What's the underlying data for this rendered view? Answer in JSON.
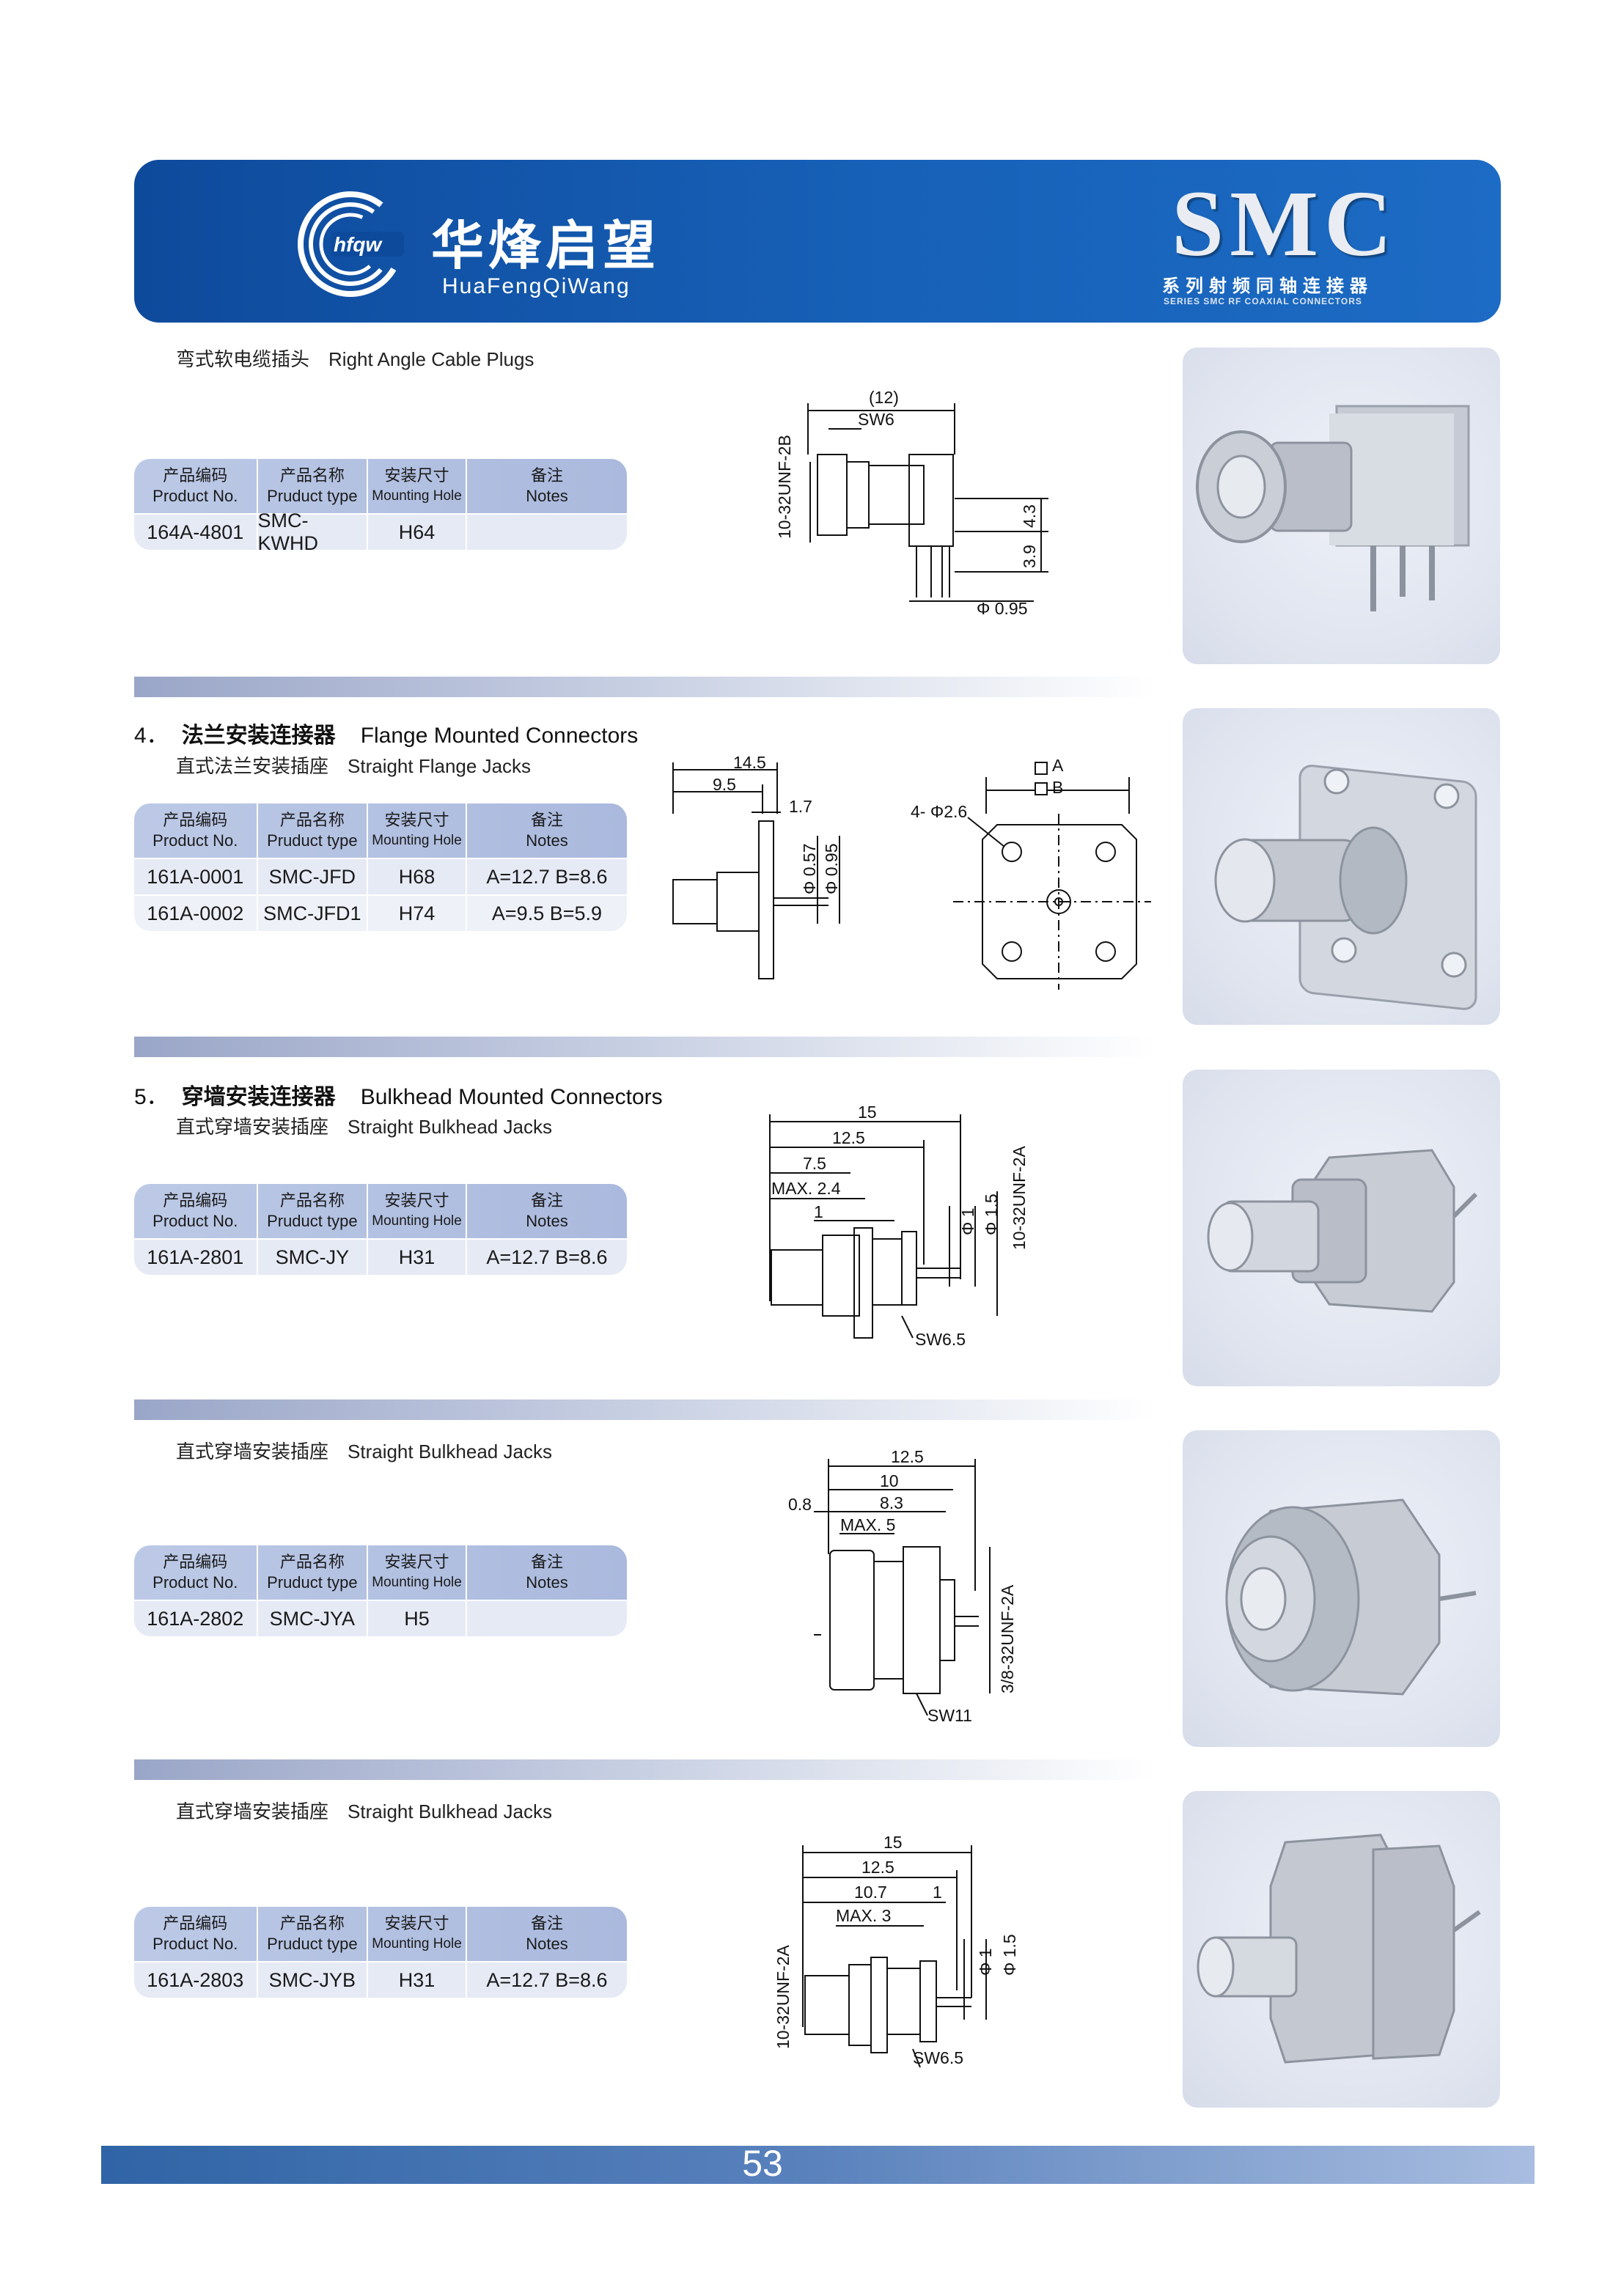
{
  "header": {
    "brand_cn": "华烽启望",
    "brand_en": "HuaFengQiWang",
    "logo_text": "hfqw",
    "series_title": "SMC",
    "series_cn": "系列射频同轴连接器",
    "series_en": "SERIES SMC RF COAXIAL CONNECTORS"
  },
  "table_headers": {
    "product_no_cn": "产品编码",
    "product_no_en": "Product No.",
    "product_type_cn": "产品名称",
    "product_type_en": "Pruduct type",
    "mounting_cn": "安装尺寸",
    "mounting_en": "Mounting Hole",
    "notes_cn": "备注",
    "notes_en": "Notes"
  },
  "sections": [
    {
      "sub_cn": "弯式软电缆插头",
      "sub_en": "Right Angle Cable Plugs",
      "rows": [
        [
          "164A-4801",
          "SMC-KWHD",
          "H64",
          ""
        ]
      ],
      "dims": [
        "(12)",
        "SW6",
        "10-32UNF-2B",
        "4.3",
        "3.9",
        "Φ 0.95"
      ]
    },
    {
      "num": "4．",
      "head_cn": "法兰安装连接器",
      "head_en": "Flange Mounted Connectors",
      "sub_cn": "直式法兰安装插座",
      "sub_en": "Straight Flange Jacks",
      "rows": [
        [
          "161A-0001",
          "SMC-JFD",
          "H68",
          "A=12.7 B=8.6"
        ],
        [
          "161A-0002",
          "SMC-JFD1",
          "H74",
          "A=9.5 B=5.9"
        ]
      ],
      "dims": [
        "14.5",
        "9.5",
        "1.7",
        "Φ 0.57",
        "Φ 0.95",
        "A",
        "B",
        "4- Φ2.6"
      ]
    },
    {
      "num": "5．",
      "head_cn": "穿墙安装连接器",
      "head_en": "Bulkhead Mounted Connectors",
      "sub_cn": "直式穿墙安装插座",
      "sub_en": "Straight Bulkhead Jacks",
      "rows": [
        [
          "161A-2801",
          "SMC-JY",
          "H31",
          "A=12.7 B=8.6"
        ]
      ],
      "dims": [
        "15",
        "12.5",
        "7.5",
        "MAX. 2.4",
        "1",
        "Φ 1",
        "Φ 1.5",
        "10-32UNF-2A",
        "SW6.5"
      ]
    },
    {
      "sub_cn": "直式穿墙安装插座",
      "sub_en": "Straight Bulkhead Jacks",
      "rows": [
        [
          "161A-2802",
          "SMC-JYA",
          "H5",
          ""
        ]
      ],
      "dims": [
        "12.5",
        "10",
        "0.8",
        "8.3",
        "MAX. 5",
        "3/8-32UNF-2A",
        "SW11"
      ]
    },
    {
      "sub_cn": "直式穿墙安装插座",
      "sub_en": "Straight Bulkhead Jacks",
      "rows": [
        [
          "161A-2803",
          "SMC-JYB",
          "H31",
          "A=12.7 B=8.6"
        ]
      ],
      "dims": [
        "15",
        "12.5",
        "10.7",
        "1",
        "MAX. 3",
        "Φ 1",
        "Φ 1.5",
        "10-32UNF-2A",
        "SW6.5"
      ]
    }
  ],
  "footer": {
    "page": "53"
  }
}
